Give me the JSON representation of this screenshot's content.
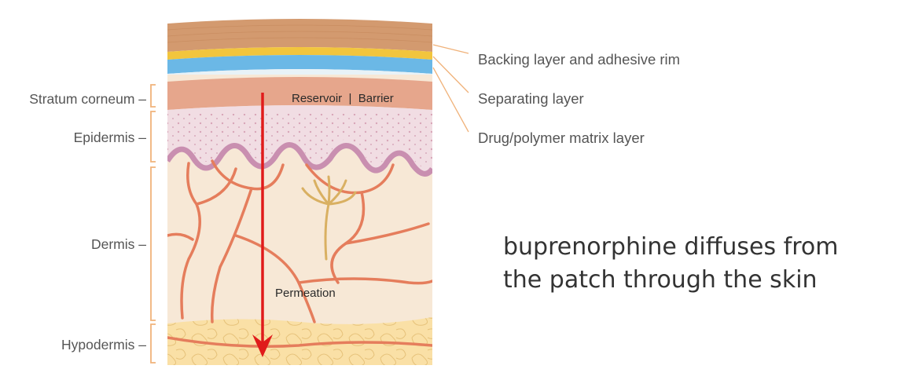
{
  "left_labels": {
    "stratum_corneum": "Stratum corneum –",
    "epidermis": "Epidermis –",
    "dermis": "Dermis –",
    "hypodermis": "Hypodermis –"
  },
  "right_labels": {
    "backing": "Backing layer and adhesive rim",
    "separating": "Separating layer",
    "matrix": "Drug/polymer matrix layer"
  },
  "inner_labels": {
    "reservoir_barrier": "Reservoir  |  Barrier",
    "permeation": "Permeation"
  },
  "caption": {
    "line1": "buprenorphine diffuses from",
    "line2": "the patch through the skin"
  },
  "colors": {
    "patch_backing": "#d39a6f",
    "adhesive": "#f2c53d",
    "separating": "#6bb8e6",
    "stratum": "#e6a68c",
    "epidermis": "#f1dde3",
    "dermis": "#f7e8d6",
    "hypodermis": "#fae0a6",
    "vessel": "#e57d5c",
    "arrow": "#e01b1b",
    "bracket": "#f0b27a"
  }
}
